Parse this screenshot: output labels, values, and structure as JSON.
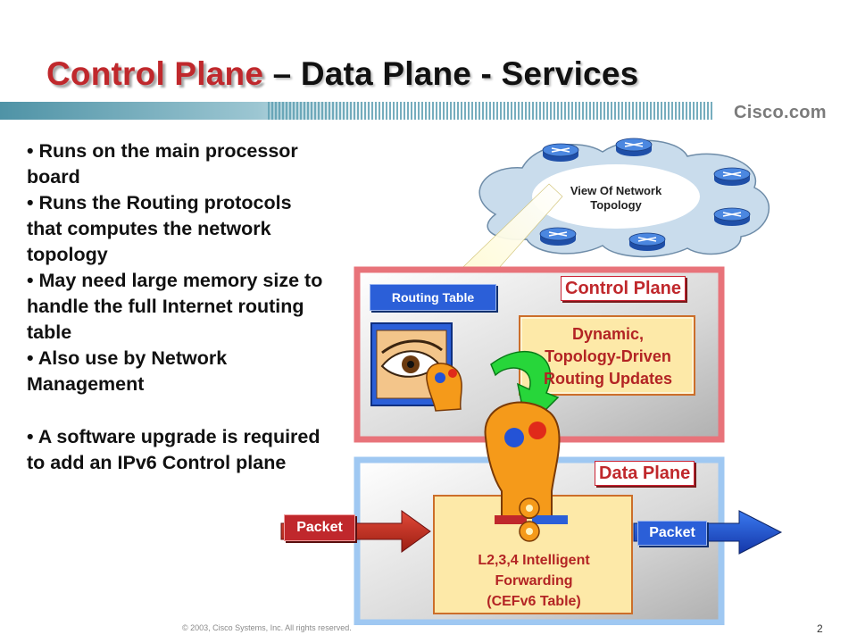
{
  "slide": {
    "title_highlight": "Control Plane",
    "title_rest": " – Data Plane - Services",
    "logo": "Cisco.com",
    "bullets": [
      "• Runs on the main processor board",
      "• Runs the Routing protocols that computes the network topology",
      "• May need large memory size to handle the full Internet routing table",
      "• Also use by Network Management",
      "• A software upgrade is required to add an IPv6 Control plane"
    ],
    "footer": "© 2003, Cisco Systems, Inc. All rights reserved.",
    "page_number": "2"
  },
  "diagram": {
    "cloud_label_1": "View Of Network",
    "cloud_label_2": "Topology",
    "control_plane_label": "Control Plane",
    "routing_table_label": "Routing Table",
    "dynamic_1": "Dynamic,",
    "dynamic_2": "Topology-Driven",
    "dynamic_3": "Routing Updates",
    "data_plane_label": "Data Plane",
    "packet_in": "Packet",
    "packet_out": "Packet",
    "forwarding_1": "L2,3,4 Intelligent",
    "forwarding_2": "Forwarding",
    "forwarding_3": "(CEFv6  Table)",
    "router_icons": [
      "router-icon",
      "router-icon",
      "router-icon",
      "router-icon",
      "router-icon",
      "router-icon"
    ],
    "colors": {
      "accent_red": "#c0282c",
      "control_plane_border": "#e8737a",
      "data_plane_border": "#9fc8f2",
      "label_blue": "#2b5fd8",
      "box_fill": "#fde9a8",
      "head_orange": "#f59a1a"
    }
  }
}
